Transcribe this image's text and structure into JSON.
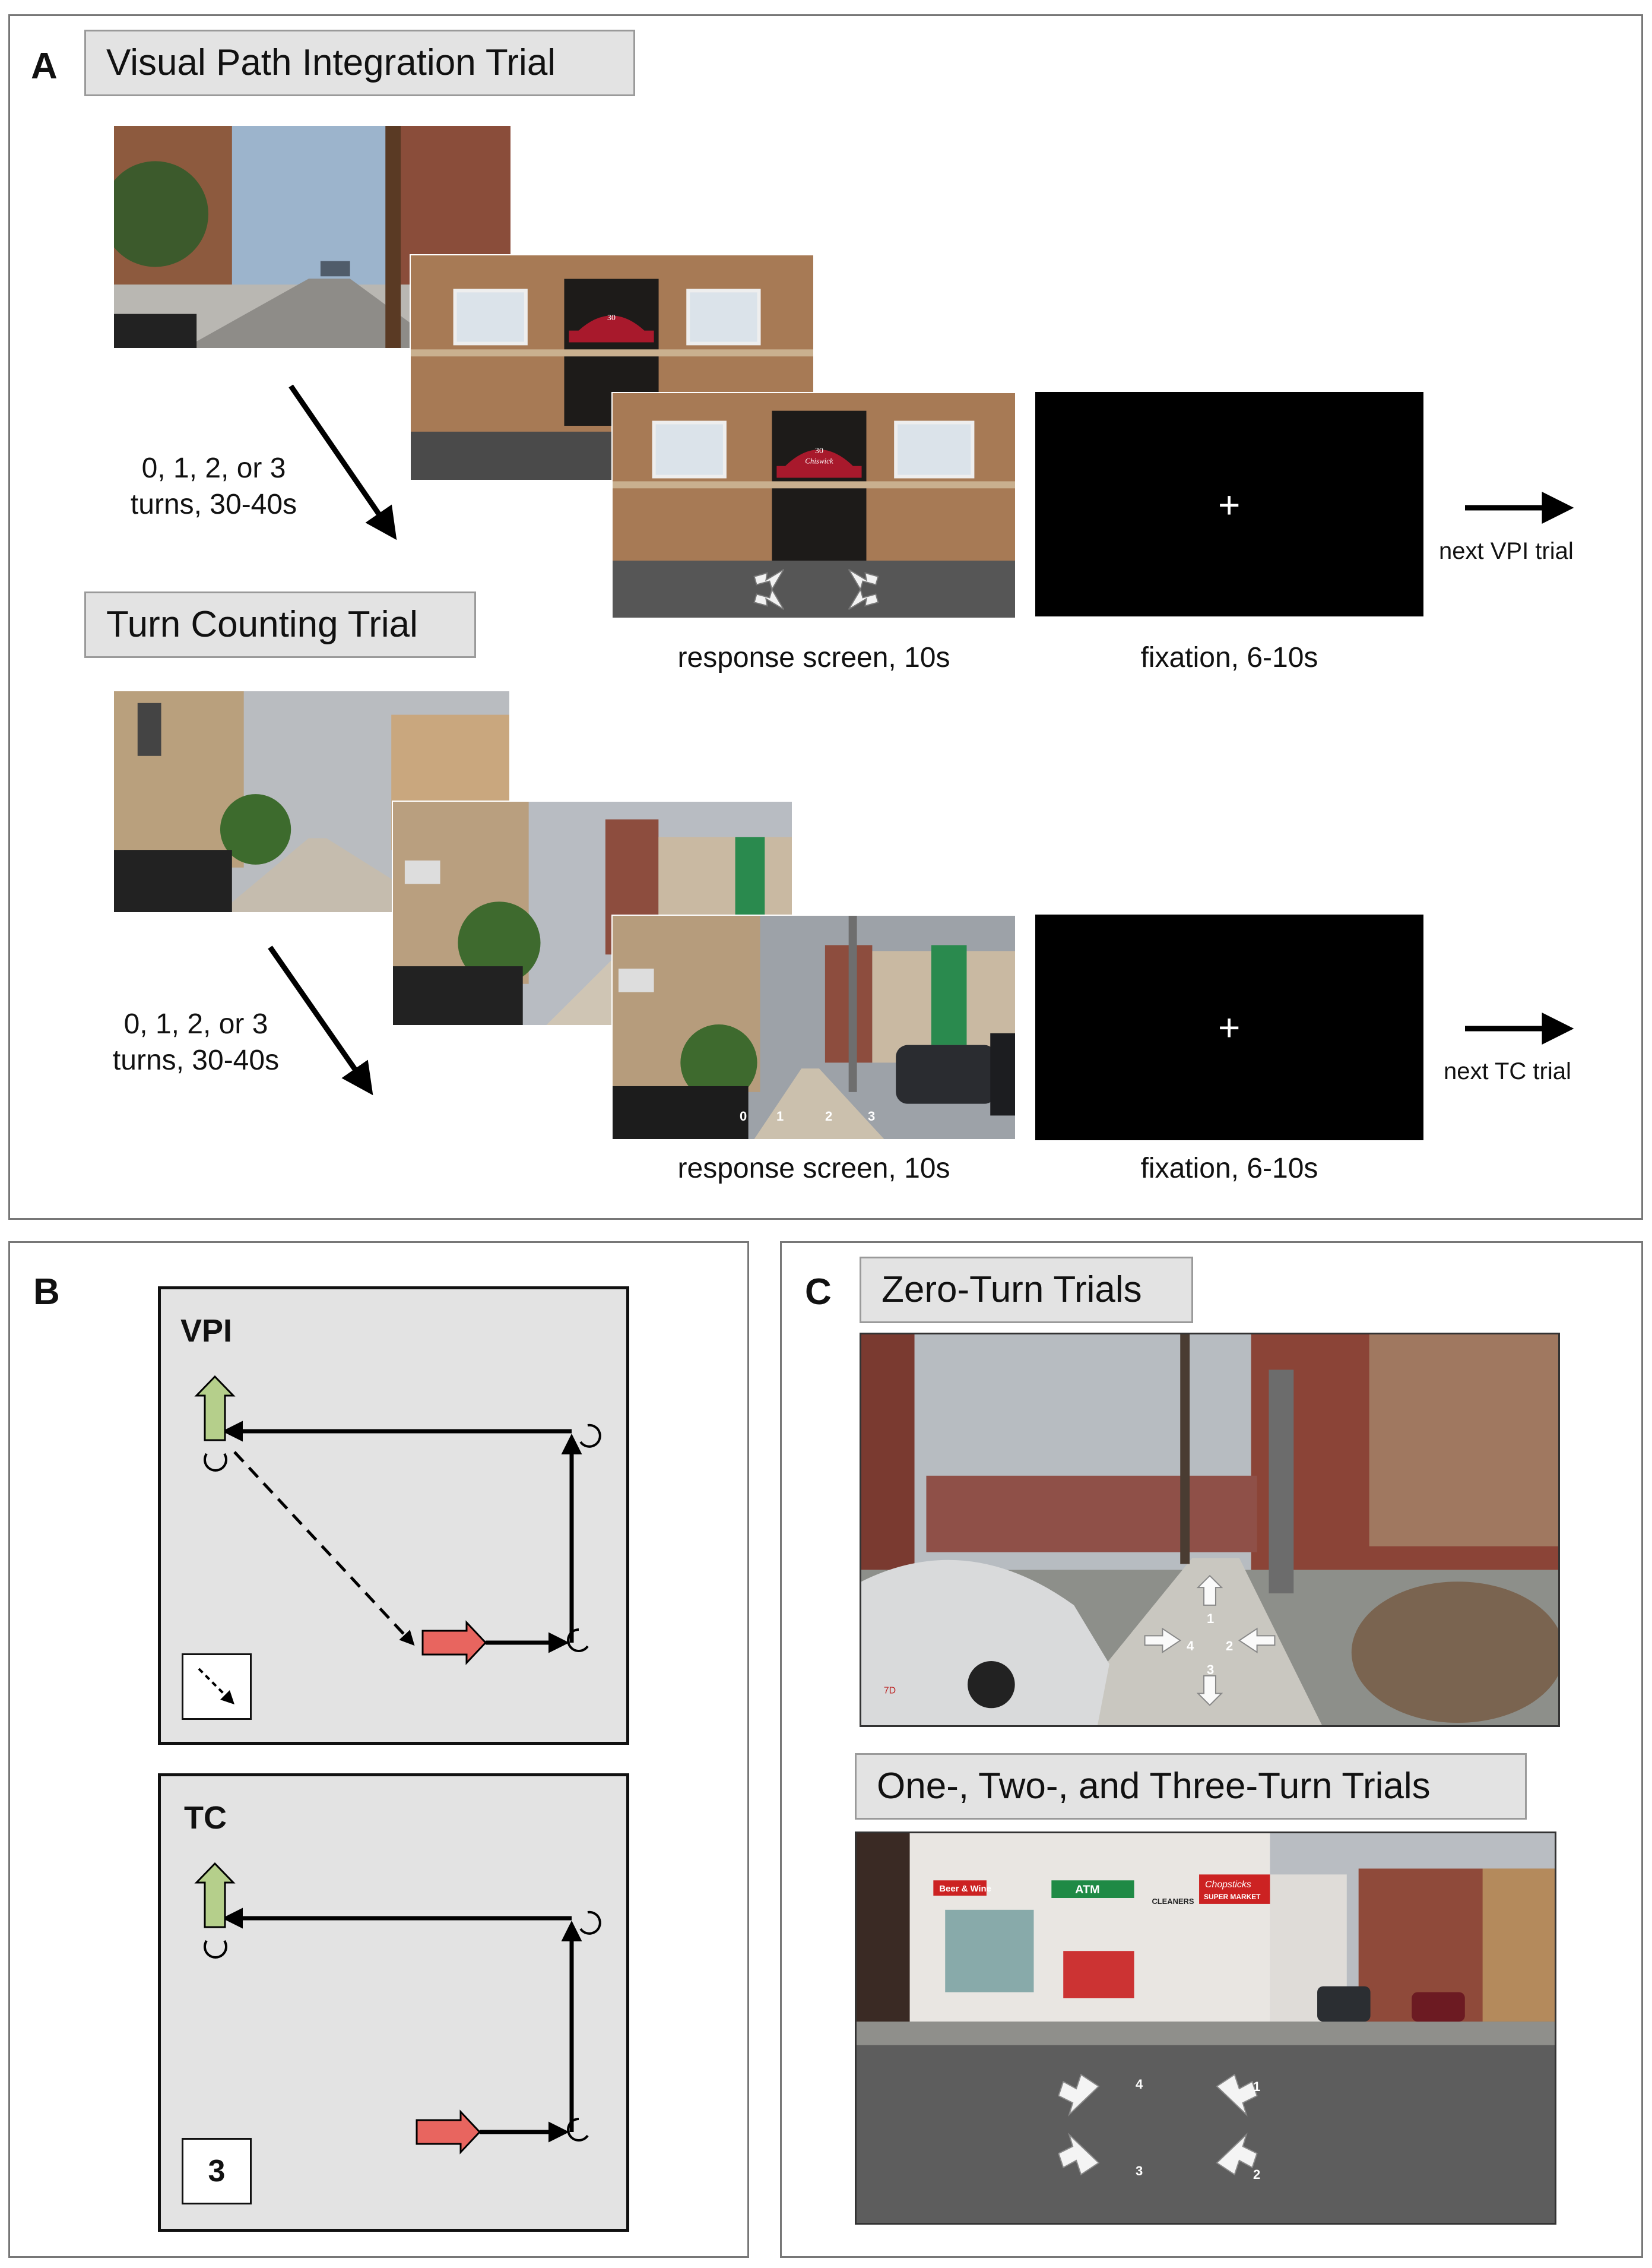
{
  "panel_a": {
    "label": "A",
    "vpi_title": "Visual Path Integration Trial",
    "tc_title": "Turn Counting Trial",
    "vpi_turns": [
      "0, 1, 2, or 3",
      "turns, 30-40s"
    ],
    "tc_turns": [
      "0, 1, 2, or 3",
      "turns, 30-40s"
    ],
    "response_caption": "response screen, 10s",
    "fixation_caption": "fixation, 6-10s",
    "fixation_symbol": "+",
    "next_vpi": "next VPI trial",
    "next_tc": "next TC trial",
    "awning_number": "30",
    "awning_name": "Chiswick",
    "tc_response_numbers": [
      "0",
      "1",
      "2",
      "3"
    ]
  },
  "panel_b": {
    "label": "B",
    "vpi_label": "VPI",
    "tc_label": "TC",
    "tc_answer": "3"
  },
  "panel_c": {
    "label": "C",
    "zero_turn_title": "Zero-Turn Trials",
    "multi_turn_title": "One-, Two-, and Three-Turn Trials",
    "zero_turn_numbers": [
      "1",
      "2",
      "3",
      "4"
    ],
    "multi_turn_numbers": [
      "1",
      "2",
      "3",
      "4"
    ],
    "shop_signs": [
      "Beer & Wine",
      "ATM",
      "CLEANERS",
      "Chopsticks",
      "SUPER MARKET"
    ],
    "plate_text": "7D"
  },
  "colors": {
    "green_arrow": "#b5cf8b",
    "red_arrow": "#e8655f",
    "panel_gray": "#e3e3e3",
    "title_box_border": "#9a9a9a"
  }
}
